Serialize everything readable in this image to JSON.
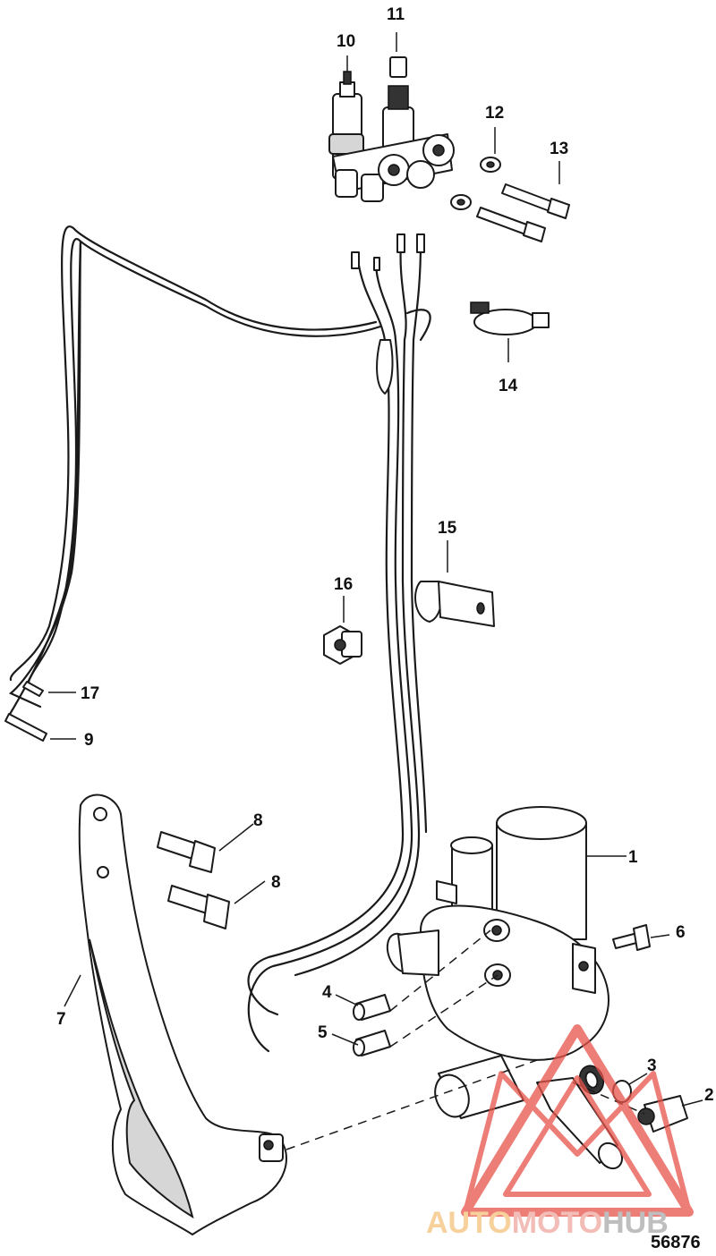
{
  "callouts": {
    "c1": "1",
    "c2": "2",
    "c3": "3",
    "c4": "4",
    "c5": "5",
    "c6": "6",
    "c7": "7",
    "c8a": "8",
    "c8b": "8",
    "c9": "9",
    "c10": "10",
    "c11": "11",
    "c12": "12",
    "c13": "13",
    "c14": "14",
    "c15": "15",
    "c16": "16",
    "c17": "17"
  },
  "figure_number": "56876",
  "watermark": {
    "part1": "AUTO",
    "part2": "MOTO",
    "part3": "HUB"
  },
  "colors": {
    "line": "#1a1a1a",
    "watermark_red": "#e8534a",
    "watermark_orange": "#f5a623",
    "watermark_gray": "#8a8a8a"
  }
}
